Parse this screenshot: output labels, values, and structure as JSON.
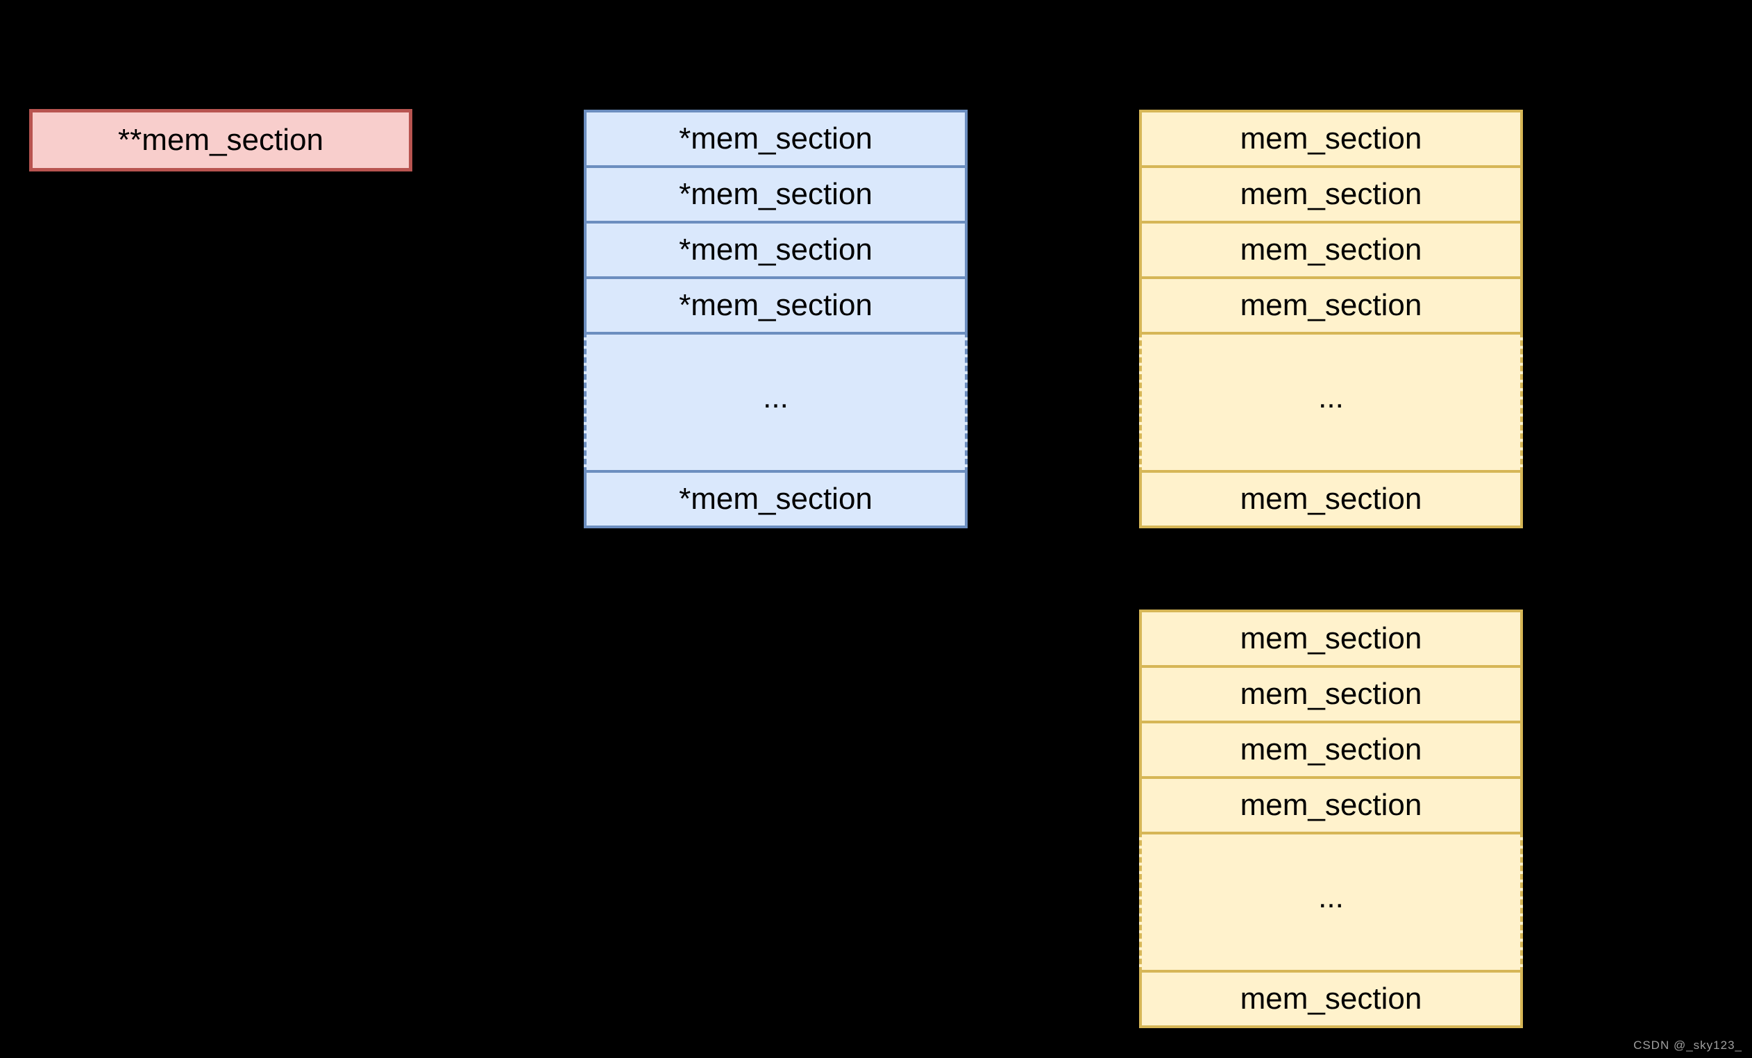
{
  "canvas": {
    "background": "#000000"
  },
  "pointer_box": {
    "label": "**mem_section",
    "fill": "#f8cecc",
    "border": "#b85450"
  },
  "pointer_array": {
    "fill": "#dae8fc",
    "border": "#6c8ebf",
    "cells": [
      "*mem_section",
      "*mem_section",
      "*mem_section",
      "*mem_section",
      "...",
      "*mem_section"
    ]
  },
  "section_array_top": {
    "fill": "#fff2cc",
    "border": "#d6b656",
    "cells": [
      "mem_section",
      "mem_section",
      "mem_section",
      "mem_section",
      "...",
      "mem_section"
    ]
  },
  "section_array_bottom": {
    "fill": "#fff2cc",
    "border": "#d6b656",
    "cells": [
      "mem_section",
      "mem_section",
      "mem_section",
      "mem_section",
      "...",
      "mem_section"
    ]
  },
  "watermark": {
    "text": "CSDN @_sky123_",
    "color": "#9f9f9f"
  }
}
